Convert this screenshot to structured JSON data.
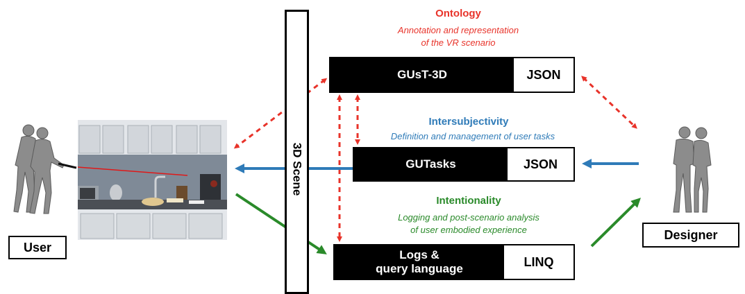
{
  "ontology": {
    "title": "Ontology",
    "subtitle_line1": "Annotation and representation",
    "subtitle_line2": "of the VR scenario",
    "bar_label": "GUsT-3D",
    "format_label": "JSON"
  },
  "intersubjectivity": {
    "title": "Intersubjectivity",
    "subtitle": "Definition and management of user tasks",
    "bar_label": "GUTasks",
    "format_label": "JSON"
  },
  "intentionality": {
    "title": "Intentionality",
    "subtitle_line1": "Logging and post-scenario analysis",
    "subtitle_line2": "of user embodied experience",
    "bar_label_line1": "Logs &",
    "bar_label_line2": "query language",
    "format_label": "LINQ"
  },
  "scene": {
    "label": "3D Scene"
  },
  "user": {
    "label": "User"
  },
  "designer": {
    "label": "Designer"
  },
  "colors": {
    "red": "#e8332a",
    "blue": "#2f7bb8",
    "green": "#2a8a2a"
  }
}
